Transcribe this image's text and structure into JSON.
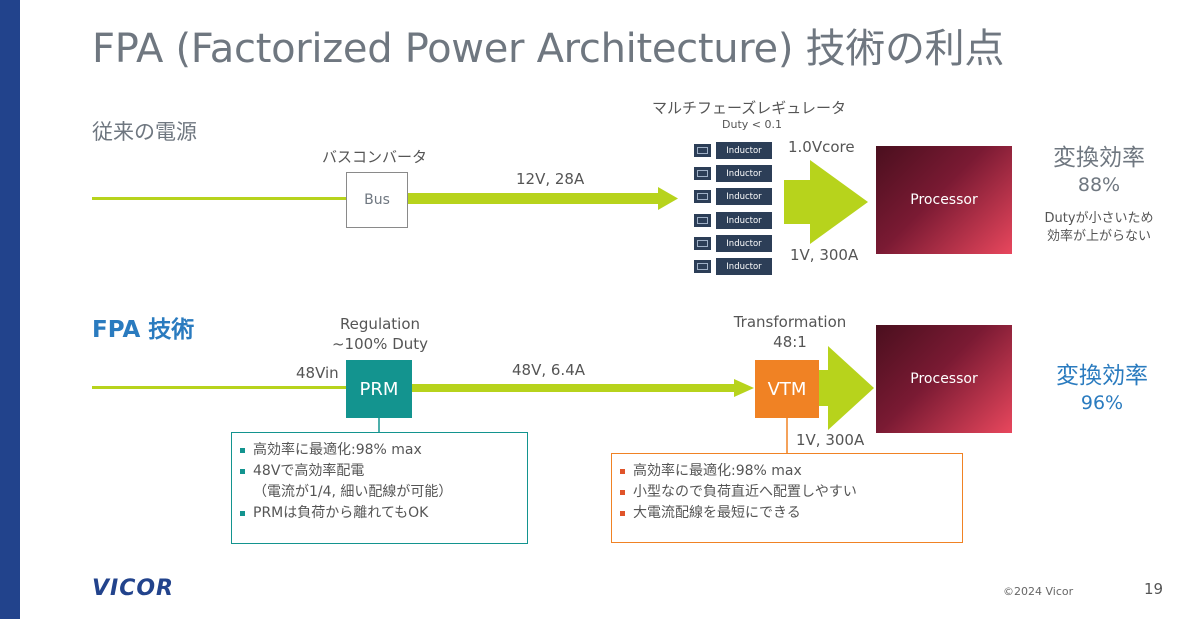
{
  "title": "FPA (Factorized Power Architecture) 技術の利点",
  "conventional": {
    "section_label": "従来の電源",
    "bus_converter_label": "バスコンバータ",
    "bus_box": "Bus",
    "bus_output": "12V, 28A",
    "regulator_label": "マルチフェーズレギュレータ",
    "duty": "Duty < 0.1",
    "inductor_label": "Inductor",
    "out_voltage": "1.0Vcore",
    "out_current": "1V, 300A",
    "processor": "Processor",
    "efficiency_label": "変換効率",
    "efficiency_value": "88%",
    "note": "Dutyが小さいため効率が上がらない"
  },
  "fpa": {
    "section_label": "FPA 技術",
    "input": "48Vin",
    "regulation_label": "Regulation",
    "regulation_duty": "~100% Duty",
    "prm_box": "PRM",
    "bus_output": "48V, 6.4A",
    "transformation_label": "Transformation",
    "ratio": "48:1",
    "vtm_box": "VTM",
    "out_current": "1V, 300A",
    "processor": "Processor",
    "efficiency_label": "変換効率",
    "efficiency_value": "96%",
    "prm_bullets": {
      "b1": "高効率に最適化:98% max",
      "b2": "48Vで高効率配電",
      "b2_cont": "（電流が1/4, 細い配線が可能）",
      "b3": "PRMは負荷から離れてもOK"
    },
    "vtm_bullets": {
      "b1": "高効率に最適化:98% max",
      "b2": "小型なので負荷直近へ配置しやすい",
      "b3": "大電流配線を最短にできる"
    }
  },
  "footer": {
    "brand": "VICOR",
    "copyright": "©2024 Vicor",
    "page": "19"
  },
  "colors": {
    "green_line": "#b7d31c",
    "teal": "#13948f",
    "orange": "#f08224",
    "title_gray": "#6f7780",
    "blue": "#2a7bbf",
    "sidebar": "#22438c"
  }
}
